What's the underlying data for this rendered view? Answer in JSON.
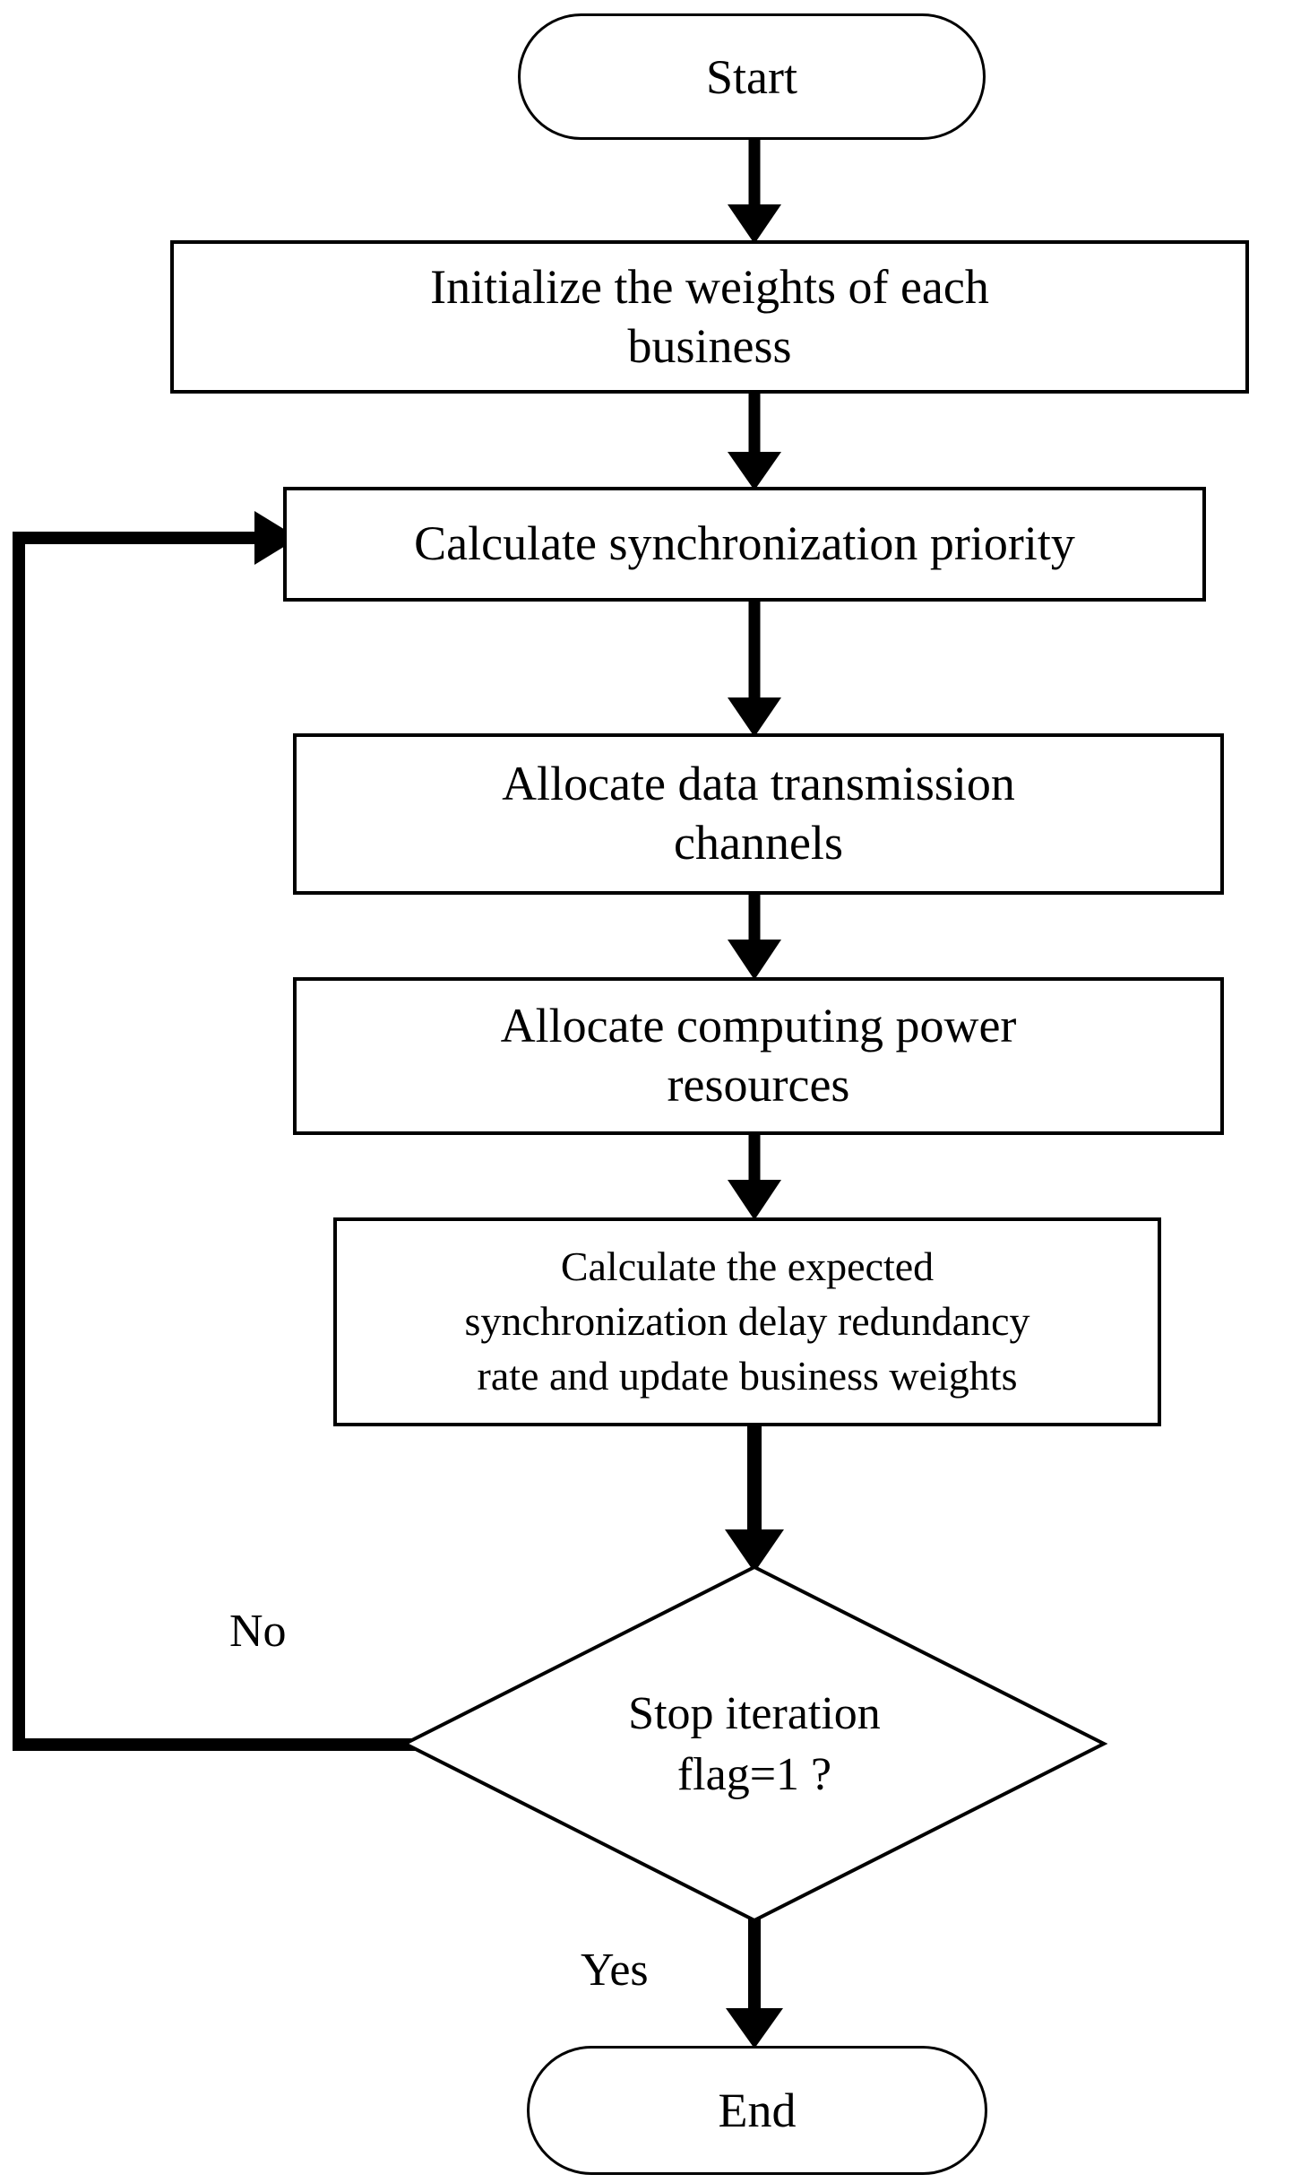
{
  "diagram": {
    "type": "flowchart",
    "title": "Synchronization priority and resource allocation iteration flowchart",
    "orientation": "top-to-bottom",
    "stroke_color": "#000000",
    "fill_color": "#ffffff",
    "background_color": "#ffffff"
  },
  "nodes": {
    "start": {
      "label": "Start",
      "shape": "terminator"
    },
    "initialize": {
      "label": "Initialize the weights of each\nbusiness",
      "shape": "process"
    },
    "priority": {
      "label": "Calculate synchronization priority",
      "shape": "process"
    },
    "channels": {
      "label": "Allocate data transmission\nchannels",
      "shape": "process"
    },
    "power": {
      "label": "Allocate computing power\nresources",
      "shape": "process"
    },
    "update": {
      "label": "Calculate the expected\nsynchronization delay redundancy\nrate and update business weights",
      "shape": "process"
    },
    "decision": {
      "label": "Stop iteration\nflag=1 ?",
      "shape": "decision"
    },
    "end": {
      "label": "End",
      "shape": "terminator"
    }
  },
  "edge_labels": {
    "no": "No",
    "yes": "Yes"
  },
  "edges": [
    {
      "from": "start",
      "to": "initialize",
      "label": ""
    },
    {
      "from": "initialize",
      "to": "priority",
      "label": ""
    },
    {
      "from": "priority",
      "to": "channels",
      "label": ""
    },
    {
      "from": "channels",
      "to": "power",
      "label": ""
    },
    {
      "from": "power",
      "to": "update",
      "label": ""
    },
    {
      "from": "update",
      "to": "decision",
      "label": ""
    },
    {
      "from": "decision",
      "to": "priority",
      "label": "No"
    },
    {
      "from": "decision",
      "to": "end",
      "label": "Yes"
    }
  ]
}
